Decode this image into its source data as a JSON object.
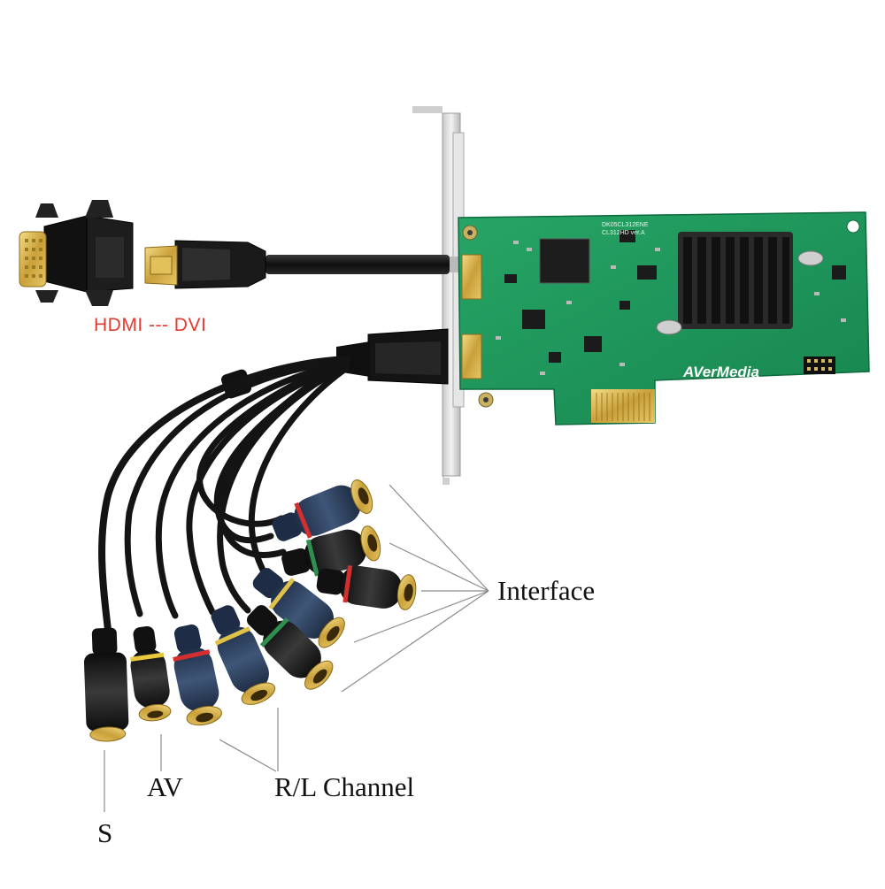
{
  "adapter_label": "HDMI --- DVI",
  "labels": {
    "interface": "Interface",
    "av": "AV",
    "rl_channel": "R/L Channel",
    "s": "S"
  },
  "card": {
    "brand": "AVerMedia",
    "model_line1": "DK05CL312ENE",
    "model_line2": "CL312HD  ver.A",
    "pcb_color": "#1f9a5f"
  },
  "colors": {
    "label_red": "#e53a30",
    "gold": "#d8b14a",
    "navy_jack": "#2c3e5a",
    "black_jack": "#1d1d1d"
  }
}
